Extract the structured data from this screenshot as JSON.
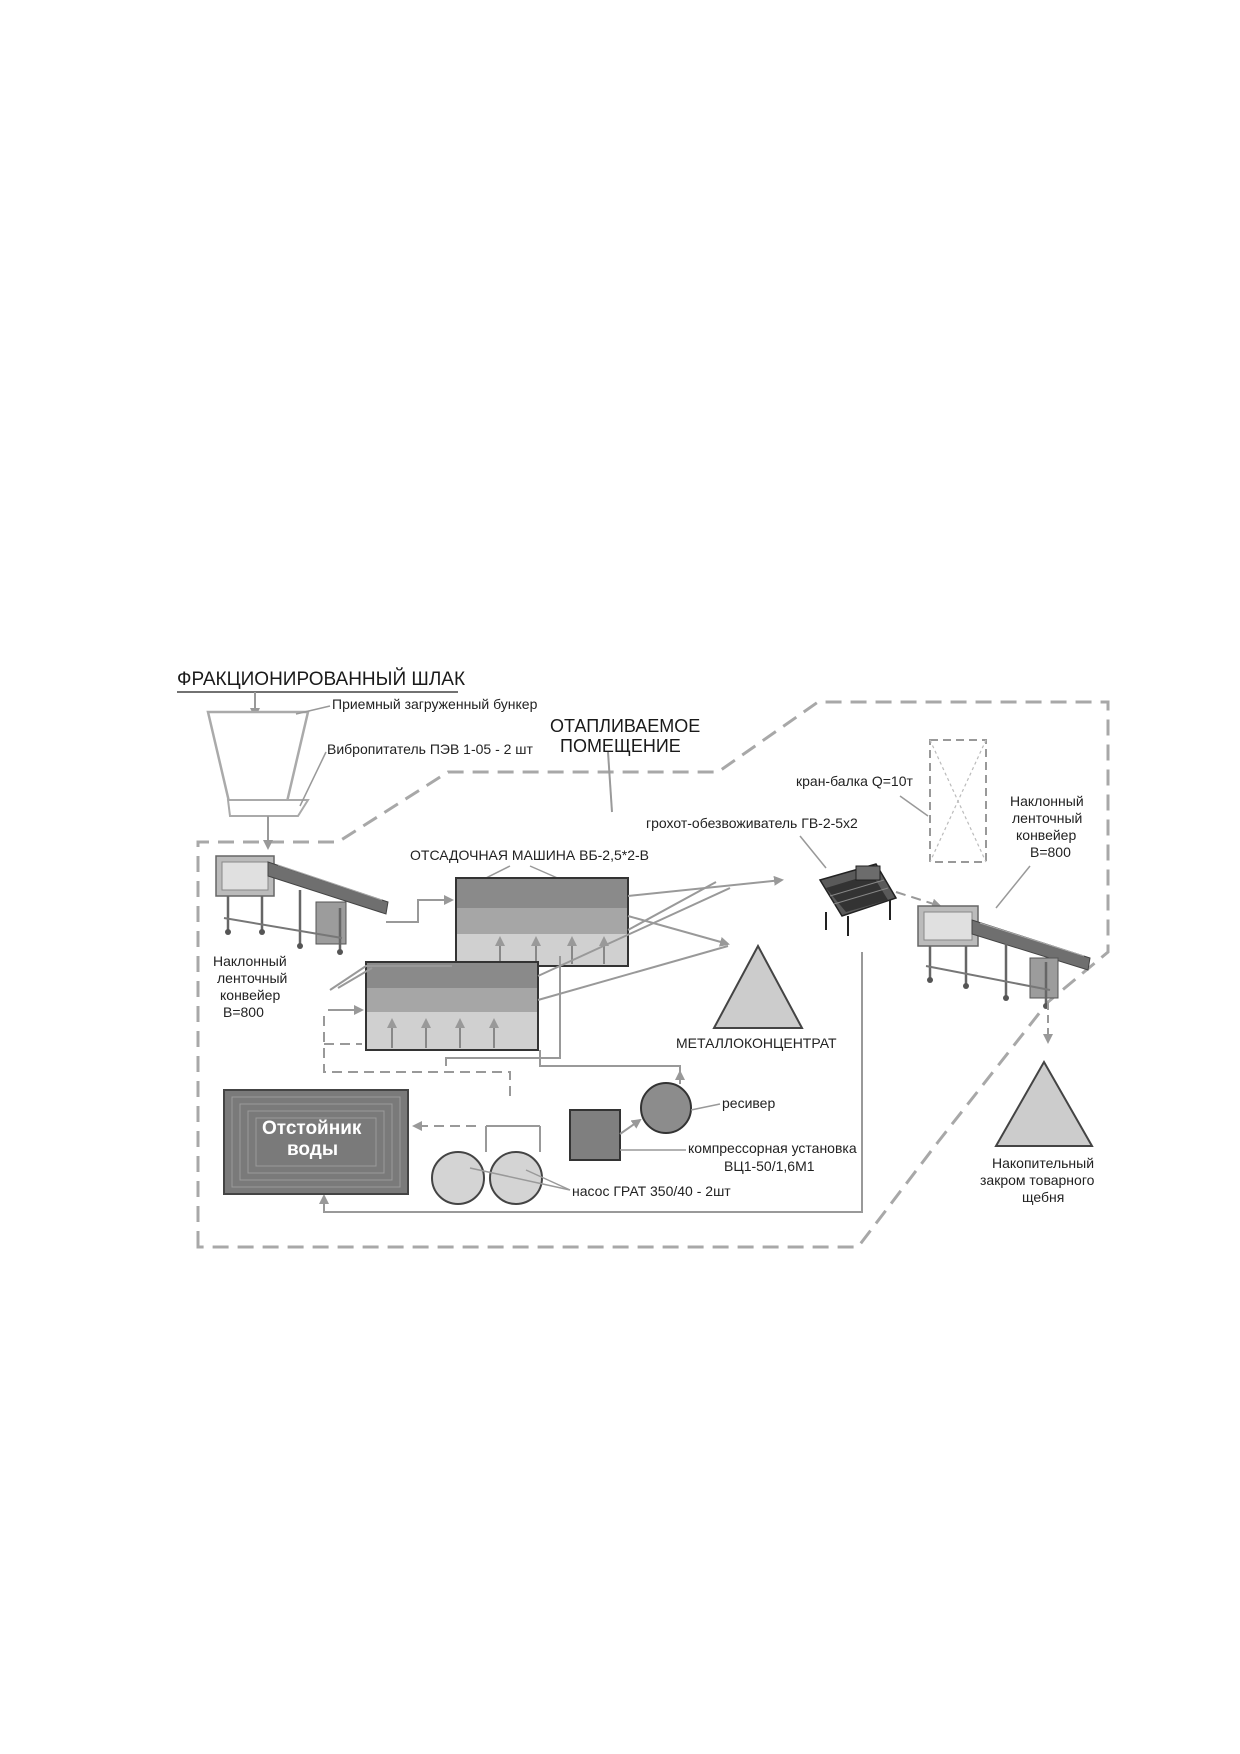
{
  "title": "ФРАКЦИОНИРОВАННЫЙ ШЛАК",
  "heated_room": [
    "ОТАПЛИВАЕМОЕ",
    "ПОМЕЩЕНИЕ"
  ],
  "labels": {
    "bunker": "Приемный загруженный бункер",
    "feeder": "Вибропитатель ПЭВ 1-05 - 2 шт",
    "jig": "ОТСАДОЧНАЯ МАШИНА ВБ-2,5*2-В",
    "conveyor_left": [
      "Наклонный",
      "ленточный",
      "конвейер",
      "В=800"
    ],
    "conveyor_right": [
      "Наклонный",
      "ленточный",
      "конвейер",
      "В=800"
    ],
    "crane": "кран-балка Q=10т",
    "screen": "грохот-обезвоживатель ГВ-2-5х2",
    "metal": "МЕТАЛЛОКОНЦЕНТРАТ",
    "receiver": "ресивер",
    "compressor": [
      "компрессорная установка",
      "ВЦ1-50/1,6М1"
    ],
    "pump": "насос ГРАТ 350/40 - 2шт",
    "tank": [
      "Отстойник",
      "воды"
    ],
    "stockpile": [
      "Накопительный",
      "закром товарного",
      "щебня"
    ]
  },
  "colors": {
    "line": "#9a9a9a",
    "jig_top": "#8a8a8a",
    "jig_mid": "#a6a6a6",
    "jig_bottom": "#d0d0d0",
    "triangle": "#cccccc",
    "tank": "#7a7a7a",
    "receiver": "#8c8c8c",
    "compressor": "#7f7f7f",
    "pump": "#d4d4d4"
  },
  "icons": [
    "conveyor-icon",
    "vibrating-screen-icon",
    "crane-icon",
    "arrow-icon"
  ]
}
